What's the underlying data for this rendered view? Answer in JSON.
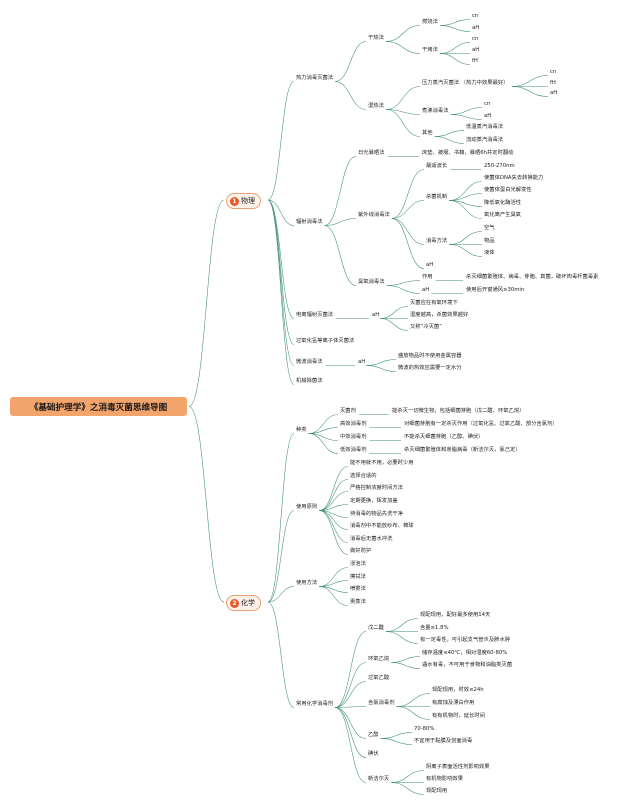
{
  "root": {
    "title": "《基础护理学》之消毒灭菌思维导图"
  },
  "main": {
    "physics": {
      "num": "1",
      "label": "物理"
    },
    "chem": {
      "num": "2",
      "label": "化学"
    }
  },
  "physics": {
    "heat": {
      "label": "热力消毒灭菌法",
      "dry": {
        "label": "干热法",
        "burn": {
          "label": "燃烧法",
          "items": [
            "cn",
            "aH"
          ]
        },
        "bake": {
          "label": "干烤法",
          "items": [
            "cn",
            "aH",
            "fH"
          ]
        }
      },
      "wet": {
        "label": "湿热法",
        "pressure": {
          "label": "压力蒸汽灭菌法 （热力中效果最好）",
          "items": [
            "cn",
            "fH",
            "aH"
          ]
        },
        "boil": {
          "label": "煮沸消毒法",
          "items": [
            "cn",
            "aH"
          ]
        },
        "other": {
          "label": "其他",
          "items": [
            "低温蒸汽消毒法",
            "流动蒸汽消毒法"
          ]
        }
      }
    },
    "radiation": {
      "label": "辐射消毒法",
      "sun": {
        "label": "日光暴晒法",
        "detail": "床垫、被服、书籍，暴晒6h并定时翻动"
      },
      "uv": {
        "label": "紫外线消毒法",
        "wavelength": {
          "label": "最适波长",
          "value": "250-270nm"
        },
        "mechanism": {
          "label": "杀菌机制",
          "items": [
            "使菌体DNA失去转换能力",
            "使菌体蛋白光解变性",
            "降低氧化酶活性",
            "氧化离产生臭氧"
          ]
        },
        "method": {
          "label": "消毒方法",
          "items": [
            "空气",
            "物品",
            "液体"
          ]
        },
        "extra": "aH"
      },
      "ozone": {
        "label": "臭氧消毒法",
        "effect": {
          "label": "作用",
          "value": "杀灭细菌繁殖体、病毒、芽胞、真菌，破坏肉毒杆菌毒素"
        },
        "ah": {
          "label": "aH",
          "value": "使用后开窗通风≥30min"
        }
      }
    },
    "microwave": {
      "label": "电离辐射灭菌法",
      "ah": "aH",
      "items": [
        "灭菌应在有氧环境下",
        "湿度越高，杀菌效果越好",
        "又称“冷灭菌”"
      ]
    },
    "plasma": {
      "label": "过氧化氢等离子体灭菌法"
    },
    "filter": {
      "label": "微波消毒法",
      "ah": "aH",
      "items": [
        "盛放物品时不使用金属容器",
        "微波的热效应需要一定水分"
      ]
    },
    "hepa": {
      "label": "机械除菌法"
    }
  },
  "chem": {
    "types": {
      "label": "种类",
      "items": [
        {
          "name": "灭菌剂",
          "desc": "能杀灭一切微生物，包括细菌芽胞（戊二醛、环氧乙烷）"
        },
        {
          "name": "高效消毒剂",
          "desc": "对细菌芽胞有一定杀灭作用（过氧化氢、过氧乙酸、部分含氯剂）"
        },
        {
          "name": "中效消毒剂",
          "desc": "不能杀灭细菌芽胞（乙醇、碘伏）"
        },
        {
          "name": "低效消毒剂",
          "desc": "杀灭细菌繁殖体和亲脂病毒（新洁尔灭，氯己定）"
        }
      ]
    },
    "principles": {
      "label": "使用原则",
      "items": [
        "能不用就不用，必要时少用",
        "选择合适的",
        "严格控制浓度时间方法",
        "定期更换，挥发加盖",
        "待消毒的物品先洗干净",
        "消毒剂中不能放纱布、棉球",
        "消毒后无菌水冲洗",
        "做好防护"
      ]
    },
    "methods": {
      "label": "使用方法",
      "items": [
        "浸泡法",
        "擦拭法",
        "喷雾法",
        "熏蒸法"
      ]
    },
    "common": {
      "label": "常用化学消毒剂",
      "glut": {
        "label": "戊二醛",
        "items": [
          "现配现用，配好最多使用14天",
          "含量≥1.8%",
          "有一定毒性，可引起支气管炎及肺水肿"
        ]
      },
      "eo": {
        "label": "环氧乙烷",
        "items": [
          "储存温度≤40℃，相对湿度60-80%",
          "遇水有毒，不可用于食物和油脂类灭菌"
        ]
      },
      "paa": {
        "label": "过氧乙酸"
      },
      "chlorine": {
        "label": "含氯消毒剂",
        "items": [
          "现配现用，时效≤24h",
          "有腐蚀及漂白作用",
          "有有机物时，延长时间"
        ]
      },
      "alcohol": {
        "label": "乙醇",
        "items": [
          "70-80%",
          "不宜用于黏膜及创面消毒"
        ]
      },
      "iodine": {
        "label": "碘伏"
      },
      "benz": {
        "label": "新洁尔灭",
        "items": [
          "阴离子表面活性剂影响效果",
          "有机物影响效果",
          "现配现用"
        ]
      }
    }
  }
}
